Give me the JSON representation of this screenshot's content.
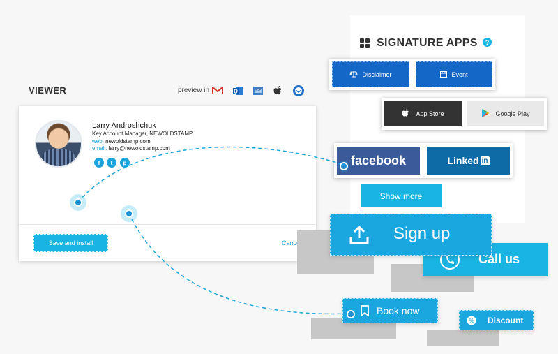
{
  "viewer": {
    "title": "VIEWER",
    "preview_label": "preview in",
    "clients": [
      {
        "icon": "gmail-icon"
      },
      {
        "icon": "outlook-icon"
      },
      {
        "icon": "apple-mail-icon"
      },
      {
        "icon": "apple-icon"
      },
      {
        "icon": "thunderbird-icon"
      }
    ]
  },
  "signature": {
    "name": "Larry Androshchuk",
    "role": "Key Account Manager, NEWOLDSTAMP",
    "web_label": "web:",
    "web_value": "newoldstamp.com",
    "email_label": "email:",
    "email_value": "larry@newoldstamp.com",
    "social": [
      "f",
      "t",
      "p"
    ]
  },
  "actions": {
    "save_label": "Save and install",
    "cancel_label": "Cancel"
  },
  "apps": {
    "title": "SIGNATURE APPS",
    "help": "?",
    "disclaimer": "Disclaimer",
    "event": "Event",
    "app_store": "App Store",
    "google_play": "Google Play",
    "facebook": "facebook",
    "linkedin_a": "Linked",
    "linkedin_b": "in",
    "show_more": "Show more"
  },
  "ctas": {
    "sign_up": "Sign up",
    "call_us": "Call us",
    "book_now": "Book now",
    "discount": "Discount"
  },
  "colors": {
    "accent": "#1ab4e3",
    "blue_dark": "#1467c6",
    "facebook": "#3b5a9a",
    "linkedin": "#0f6ba6"
  }
}
